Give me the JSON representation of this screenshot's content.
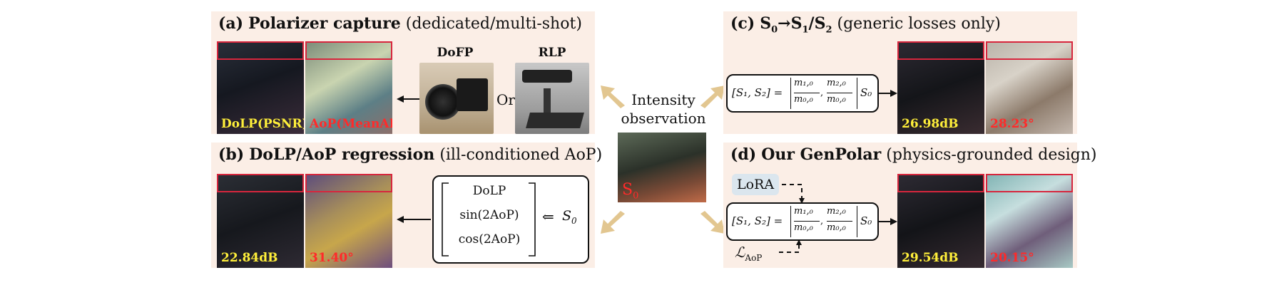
{
  "panels": {
    "a": {
      "letter": "(a)",
      "title": "Polarizer capture",
      "subtitle": "(dedicated/multi-shot)",
      "dolp_label": "DoLP(PSNR)",
      "aop_label": "AoP(MeanAE)",
      "camera1_label": "DoFP",
      "camera2_label": "RLP",
      "or_label": "Or"
    },
    "b": {
      "letter": "(b)",
      "title": "DoLP/AoP regression",
      "subtitle": "(ill-conditioned AoP)",
      "dolp_value": "22.84dB",
      "aop_value": "31.40°",
      "vector_rows": [
        "DoLP",
        "sin(2AoP)",
        "cos(2AoP)"
      ],
      "arrow_symbol": "⇐",
      "input_symbol": "S",
      "input_sub": "0"
    },
    "c": {
      "letter": "(c)",
      "title_s0": "S",
      "title_s0_sub": "0",
      "title_arrow": "→",
      "title_s1": "S",
      "title_s1_sub": "1",
      "title_slash": "/",
      "title_s2": "S",
      "title_s2_sub": "2",
      "subtitle": "(generic losses only)",
      "equation_lhs": "[S₁, S₂] =",
      "equation_frac1_num": "m₁,₀",
      "equation_frac1_den": "m₀,₀",
      "equation_frac2_num": "m₂,₀",
      "equation_frac2_den": "m₀,₀",
      "equation_rhs": "S₀",
      "dolp_value": "26.98dB",
      "aop_value": "28.23°"
    },
    "d": {
      "letter": "(d)",
      "title": "Our GenPolar",
      "subtitle": "(physics-grounded design)",
      "lora_label": "LoRA",
      "loss_symbol": "ℒ",
      "loss_sub": "AoP",
      "equation_lhs": "[S₁, S₂] =",
      "equation_frac1_num": "m₁,₀",
      "equation_frac1_den": "m₀,₀",
      "equation_frac2_num": "m₂,₀",
      "equation_frac2_den": "m₀,₀",
      "equation_rhs": "S₀",
      "dolp_value": "29.54dB",
      "aop_value": "20.15°"
    }
  },
  "center": {
    "caption_line1": "Intensity",
    "caption_line2": "observation",
    "image_label": "S",
    "image_label_sub": "0"
  },
  "colors": {
    "panel_bg": "#fbeee6",
    "dolp_text": "#ffef3a",
    "aop_text": "#ff2a2a",
    "inset_border": "#d7263d",
    "big_arrow": "#e2c690",
    "lora_bg": "#dbe6ee"
  }
}
